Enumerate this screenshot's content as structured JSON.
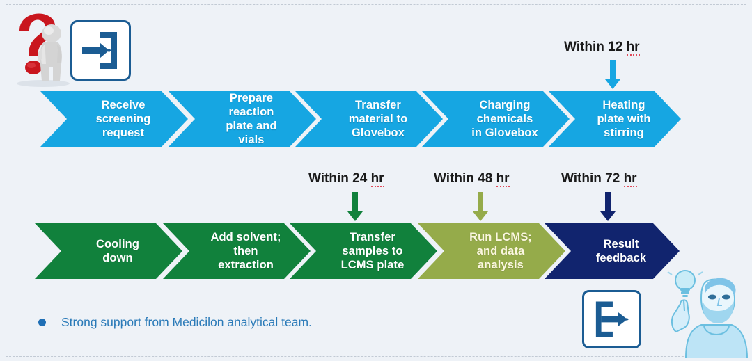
{
  "page": {
    "background_color": "#eef2f7",
    "border_color": "#c2cad4"
  },
  "illustrations": {
    "question_character": {
      "name": "question-mark-character",
      "question_color": "#c9161e",
      "figure_color": "#d4d4d4"
    },
    "login_icon_top": {
      "name": "enter-door-icon",
      "color": "#1b5c93"
    },
    "login_icon_bottom": {
      "name": "exit-door-icon",
      "color": "#1b5c93"
    },
    "idea_person": {
      "name": "bearded-person-with-idea",
      "color": "#7fc4e8",
      "bulb_color": "#bfe6f5"
    }
  },
  "flow": {
    "top_row": {
      "color": "#16a6e2",
      "steps": [
        {
          "label": "Receive\nscreening\nrequest",
          "lines": [
            "Receive",
            "screening",
            "request"
          ]
        },
        {
          "label": "Prepare\nreaction\nplate and\nvials",
          "lines": [
            "Prepare",
            "reaction",
            "plate and",
            "vials"
          ]
        },
        {
          "label": "Transfer\nmaterial to\nGlovebox",
          "lines": [
            "Transfer",
            "material to",
            "Glovebox"
          ]
        },
        {
          "label": "Charging\nchemicals\nin Glovebox",
          "lines": [
            "Charging",
            "chemicals",
            "in Glovebox"
          ]
        },
        {
          "label": "Heating\nplate with\nstirring",
          "lines": [
            "Heating",
            "plate with",
            "stirring"
          ]
        }
      ]
    },
    "bottom_row": {
      "steps": [
        {
          "label": "Cooling\ndown",
          "lines": [
            "Cooling",
            "down"
          ],
          "color": "#11813c"
        },
        {
          "label": "Add solvent;\nthen\nextraction",
          "lines": [
            "Add solvent;",
            "then",
            "extraction"
          ],
          "color": "#11813c"
        },
        {
          "label": "Transfer\nsamples to\nLCMS plate",
          "lines": [
            "Transfer",
            "samples to",
            "LCMS plate"
          ],
          "color": "#11813c"
        },
        {
          "label": "Run LCMS;\nand data\nanalysis",
          "lines": [
            "Run LCMS;",
            "and data",
            "analysis"
          ],
          "color": "#95ab4a"
        },
        {
          "label": "Result\nfeedback",
          "lines": [
            "Result",
            "feedback"
          ],
          "color": "#11246e"
        }
      ]
    }
  },
  "timings": [
    {
      "id": "within-12-hr",
      "prefix": "Within 12 ",
      "unit": "hr",
      "full": "Within 12 hr",
      "arrow_color": "#16a6e2",
      "points_to": "Heating plate with stirring"
    },
    {
      "id": "within-24-hr",
      "prefix": "Within 24 ",
      "unit": "hr",
      "full": "Within 24 hr",
      "arrow_color": "#11813c",
      "points_to": "Transfer samples to LCMS plate"
    },
    {
      "id": "within-48-hr",
      "prefix": "Within 48 ",
      "unit": "hr",
      "full": "Within 48 hr",
      "arrow_color": "#95ab4a",
      "points_to": "Run LCMS; and data analysis"
    },
    {
      "id": "within-72-hr",
      "prefix": "Within 72 ",
      "unit": "hr",
      "full": "Within 72 hr",
      "arrow_color": "#11246e",
      "points_to": "Result feedback"
    }
  ],
  "footnote": {
    "bullet_text": "Strong support from Medicilon analytical team.",
    "bullet_color": "#1f6fb5",
    "text_color": "#2a7ab8"
  }
}
